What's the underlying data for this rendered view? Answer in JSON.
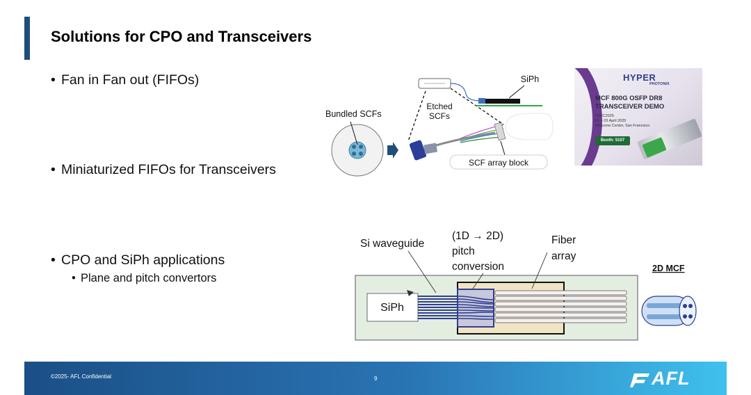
{
  "slide": {
    "title": "Solutions for CPO and Transceivers",
    "bullets": [
      "Fan in Fan out (FIFOs)",
      "Miniaturized FIFOs for Transceivers",
      "CPO and SiPh applications"
    ],
    "sub_bullets": [
      "Plane and pitch convertors"
    ]
  },
  "fifo_diagram": {
    "bundled_label": "Bundled SCFs",
    "etched_label_1": "Etched",
    "etched_label_2": "SCFs",
    "siph_label": "SiPh",
    "array_label": "SCF array block"
  },
  "event_photo": {
    "logo": "HYPER",
    "logo_sub": "PHOTONIX",
    "title_1": "MCF 800G OSFP DR8",
    "title_2": "TRANSCEIVER DEMO",
    "info_1": "#OFC2025",
    "info_2": "01 – 03 April 2025",
    "info_3": "Moscone Center, San Francisco",
    "booth": "Booth: 5107"
  },
  "siph_diagram": {
    "waveguide_label": "Si waveguide",
    "conversion_label_1": "(1D → 2D)",
    "conversion_label_2": "pitch",
    "conversion_label_3": "conversion",
    "fiber_label_1": "Fiber",
    "fiber_label_2": "array",
    "mcf_label": "2D MCF",
    "siph_label": "SiPh"
  },
  "footer": {
    "confidential": "©2025- AFL Confidential",
    "page_number": "9",
    "logo_text": "AFL"
  },
  "colors": {
    "accent": "#1f4e79",
    "footer_start": "#1a4f86",
    "footer_end": "#3fc1ee",
    "waveguide_blue": "#2f3f8f",
    "board_green": "#e3ede0"
  }
}
